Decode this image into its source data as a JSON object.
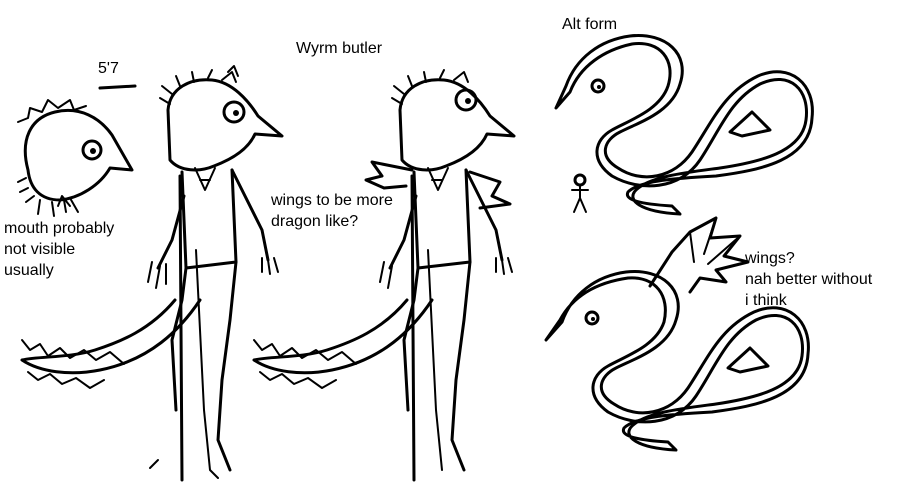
{
  "labels": {
    "height": "5'7",
    "title": "Wyrm butler",
    "alt_form": "Alt form",
    "wings_question": "wings to be more\ndragon like?",
    "mouth_note": "mouth probably\nnot visible\nusually",
    "wings_answer": "wings?\nnah better without\ni think"
  },
  "colors": {
    "background": "#ffffff",
    "ink": "#000000"
  }
}
